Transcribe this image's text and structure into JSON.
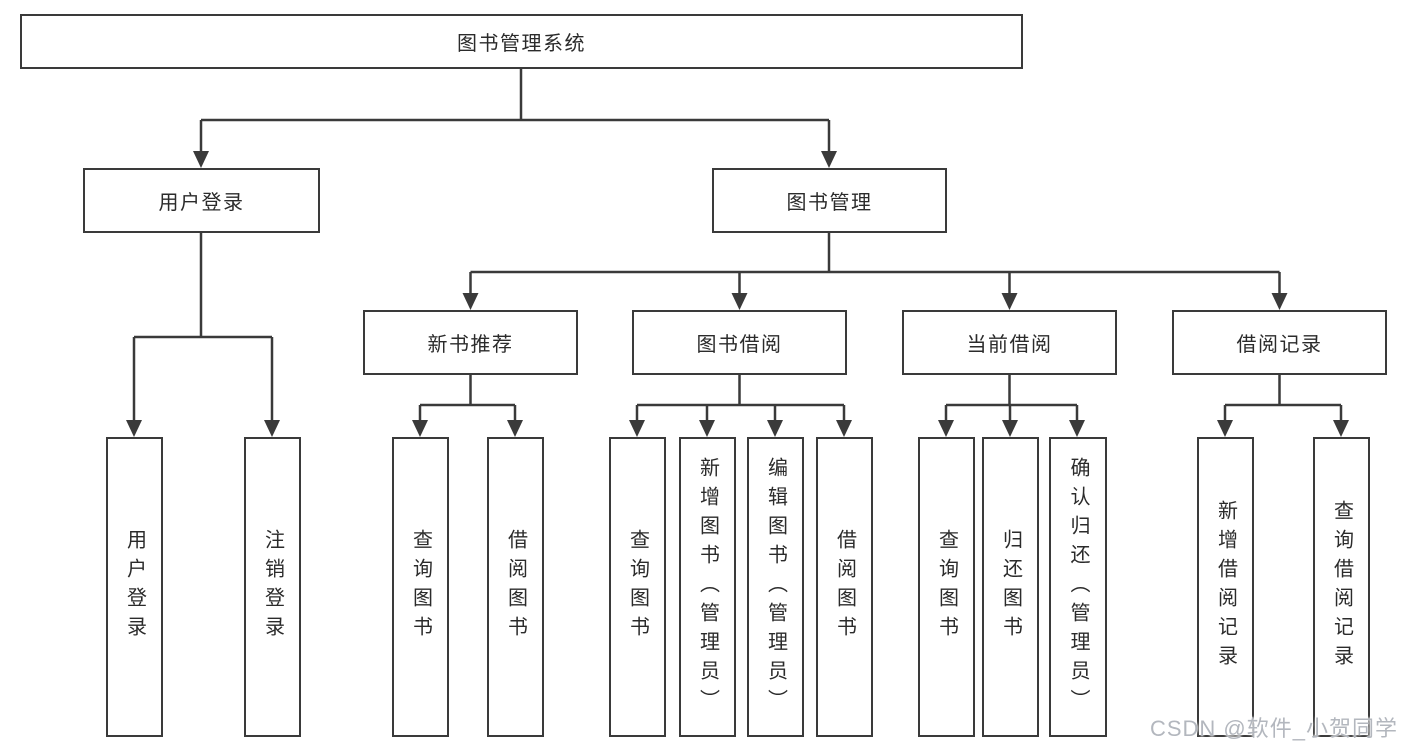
{
  "diagram": {
    "type": "hierarchy-tree",
    "root": {
      "label": "图书管理系统"
    },
    "level2": [
      {
        "label": "用户登录"
      },
      {
        "label": "图书管理"
      }
    ],
    "level3": [
      {
        "label": "新书推荐",
        "parent": "图书管理"
      },
      {
        "label": "图书借阅",
        "parent": "图书管理"
      },
      {
        "label": "当前借阅",
        "parent": "图书管理"
      },
      {
        "label": "借阅记录",
        "parent": "图书管理"
      }
    ],
    "leaves": [
      {
        "label": "用户登录",
        "parent": "用户登录"
      },
      {
        "label": "注销登录",
        "parent": "用户登录"
      },
      {
        "label": "查询图书",
        "parent": "新书推荐"
      },
      {
        "label": "借阅图书",
        "parent": "新书推荐"
      },
      {
        "label": "查询图书",
        "parent": "图书借阅"
      },
      {
        "label": "新增图书（管理员）",
        "parent": "图书借阅"
      },
      {
        "label": "编辑图书（管理员）",
        "parent": "图书借阅"
      },
      {
        "label": "借阅图书",
        "parent": "图书借阅"
      },
      {
        "label": "查询图书",
        "parent": "当前借阅"
      },
      {
        "label": "归还图书",
        "parent": "当前借阅"
      },
      {
        "label": "确认归还（管理员）",
        "parent": "当前借阅"
      },
      {
        "label": "新增借阅记录",
        "parent": "借阅记录"
      },
      {
        "label": "查询借阅记录",
        "parent": "借阅记录"
      }
    ]
  },
  "watermark": {
    "text": "CSDN @软件_小贺同学"
  },
  "colors": {
    "line": "#3a3a3a",
    "box_border": "#3a3a3a",
    "text": "#2b2b2b",
    "watermark": "#b3b7be",
    "background": "#ffffff"
  }
}
